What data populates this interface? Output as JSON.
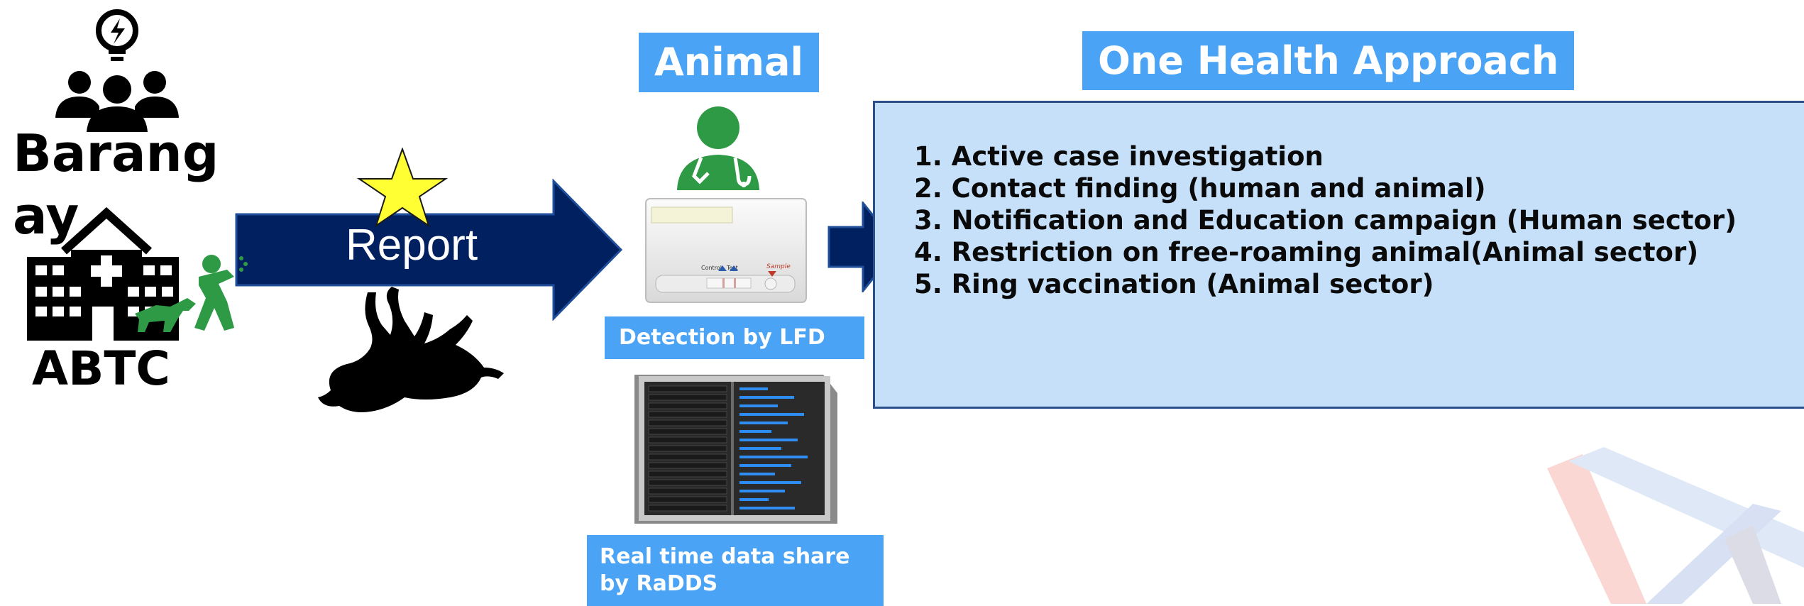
{
  "barangay": {
    "label": "Barangay",
    "icon": "people-idea-icon"
  },
  "abtc": {
    "label": "ABTC",
    "icon": "hospital-icon",
    "bite_icon": "dog-bite-icon"
  },
  "report": {
    "label": "Report",
    "star_icon": "star-icon",
    "dead_animal_icon": "dead-dog-icon"
  },
  "animal": {
    "label": "Animal",
    "vet_icon": "veterinarian-icon"
  },
  "lfd": {
    "label": "Detection by LFD",
    "device_icon": "lateral-flow-device-icon",
    "device_text": [
      "Control",
      "Test",
      "Sample"
    ]
  },
  "radds": {
    "label": "Real time data share by RaDDS",
    "server_icon": "server-icon"
  },
  "one_health": {
    "title": "One Health Approach",
    "steps": [
      "1. Active case investigation",
      "2. Contact finding (human and animal)",
      "3. Notification and Education campaign (Human sector)",
      "4. Restriction on free-roaming animal(Animal sector)",
      "5. Ring vaccination (Animal sector)"
    ]
  },
  "colors": {
    "navy": "#002060",
    "tag_blue": "#4aa3f5",
    "box_fill": "#c6e0fa",
    "green": "#2e9a45",
    "star": "#ffff33"
  }
}
